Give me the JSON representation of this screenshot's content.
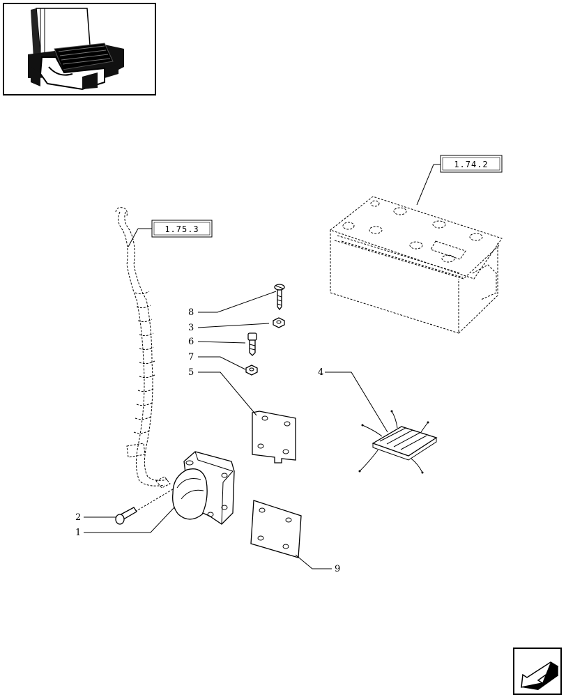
{
  "reference_boxes": {
    "wiring": "1.75.3",
    "battery": "1.74.2"
  },
  "callouts": {
    "item_1": "1",
    "item_2": "2",
    "item_3": "3",
    "item_4": "4",
    "item_5": "5",
    "item_6": "6",
    "item_7": "7",
    "item_8": "8",
    "item_9": "9"
  },
  "icons": {
    "thumbnail": "battery-compartment-thumbnail",
    "navigation": "previous-page-arrow-icon"
  },
  "colors": {
    "line": "#000000",
    "background": "#ffffff"
  }
}
